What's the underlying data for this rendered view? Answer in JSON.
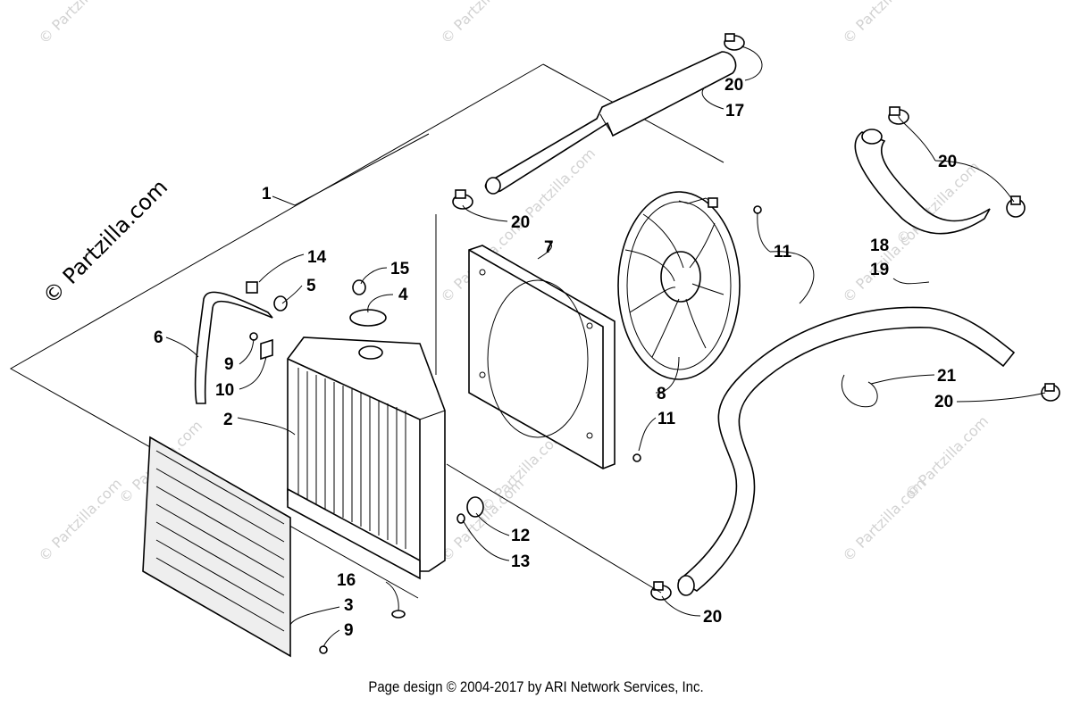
{
  "watermarks": {
    "small": "© Partzilla.com",
    "large": "© Partzilla.com"
  },
  "callouts": {
    "c1": "1",
    "c2": "2",
    "c3": "3",
    "c4": "4",
    "c5": "5",
    "c6": "6",
    "c7": "7",
    "c8": "8",
    "c9a": "9",
    "c9b": "9",
    "c10": "10",
    "c11a": "11",
    "c11b": "11",
    "c12": "12",
    "c13": "13",
    "c14": "14",
    "c15": "15",
    "c16": "16",
    "c17": "17",
    "c18": "18",
    "c19": "19",
    "c20a": "20",
    "c20b": "20",
    "c20c": "20",
    "c20d": "20",
    "c20e": "20",
    "c21": "21"
  },
  "footer": "Page design © 2004-2017 by ARI Network Services, Inc."
}
